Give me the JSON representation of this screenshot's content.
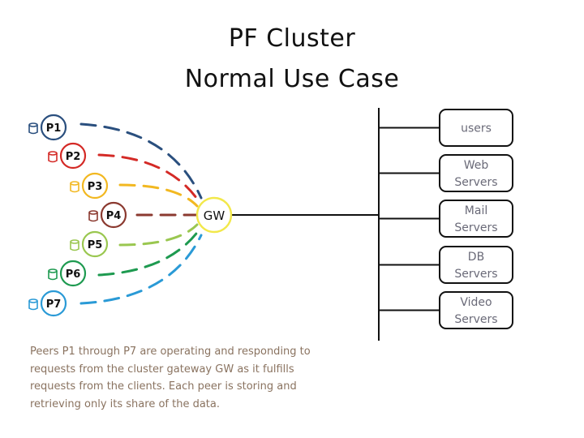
{
  "title": [
    "PF Cluster",
    "Normal Use Case"
  ],
  "gateway": {
    "label": "GW",
    "color": "#f2e84a"
  },
  "peers": [
    {
      "label": "P1",
      "color": "#2a4f7e"
    },
    {
      "label": "P2",
      "color": "#d42a26"
    },
    {
      "label": "P3",
      "color": "#f2b821"
    },
    {
      "label": "P4",
      "color": "#8b3a30"
    },
    {
      "label": "P5",
      "color": "#9ac750"
    },
    {
      "label": "P6",
      "color": "#1e9a50"
    },
    {
      "label": "P7",
      "color": "#2a9ad6"
    }
  ],
  "servers": [
    [
      "users"
    ],
    [
      "Web",
      "Servers"
    ],
    [
      "Mail",
      "Servers"
    ],
    [
      "DB",
      "Servers"
    ],
    [
      "Video",
      "Servers"
    ]
  ],
  "caption": [
    "Peers P1 through P7 are operating and responding to",
    "requests from the cluster gateway GW as it fulfills",
    "requests from the clients. Each peer is storing and",
    "retrieving only its share of the data."
  ],
  "icons": {
    "peer_storage": "database-icon"
  }
}
